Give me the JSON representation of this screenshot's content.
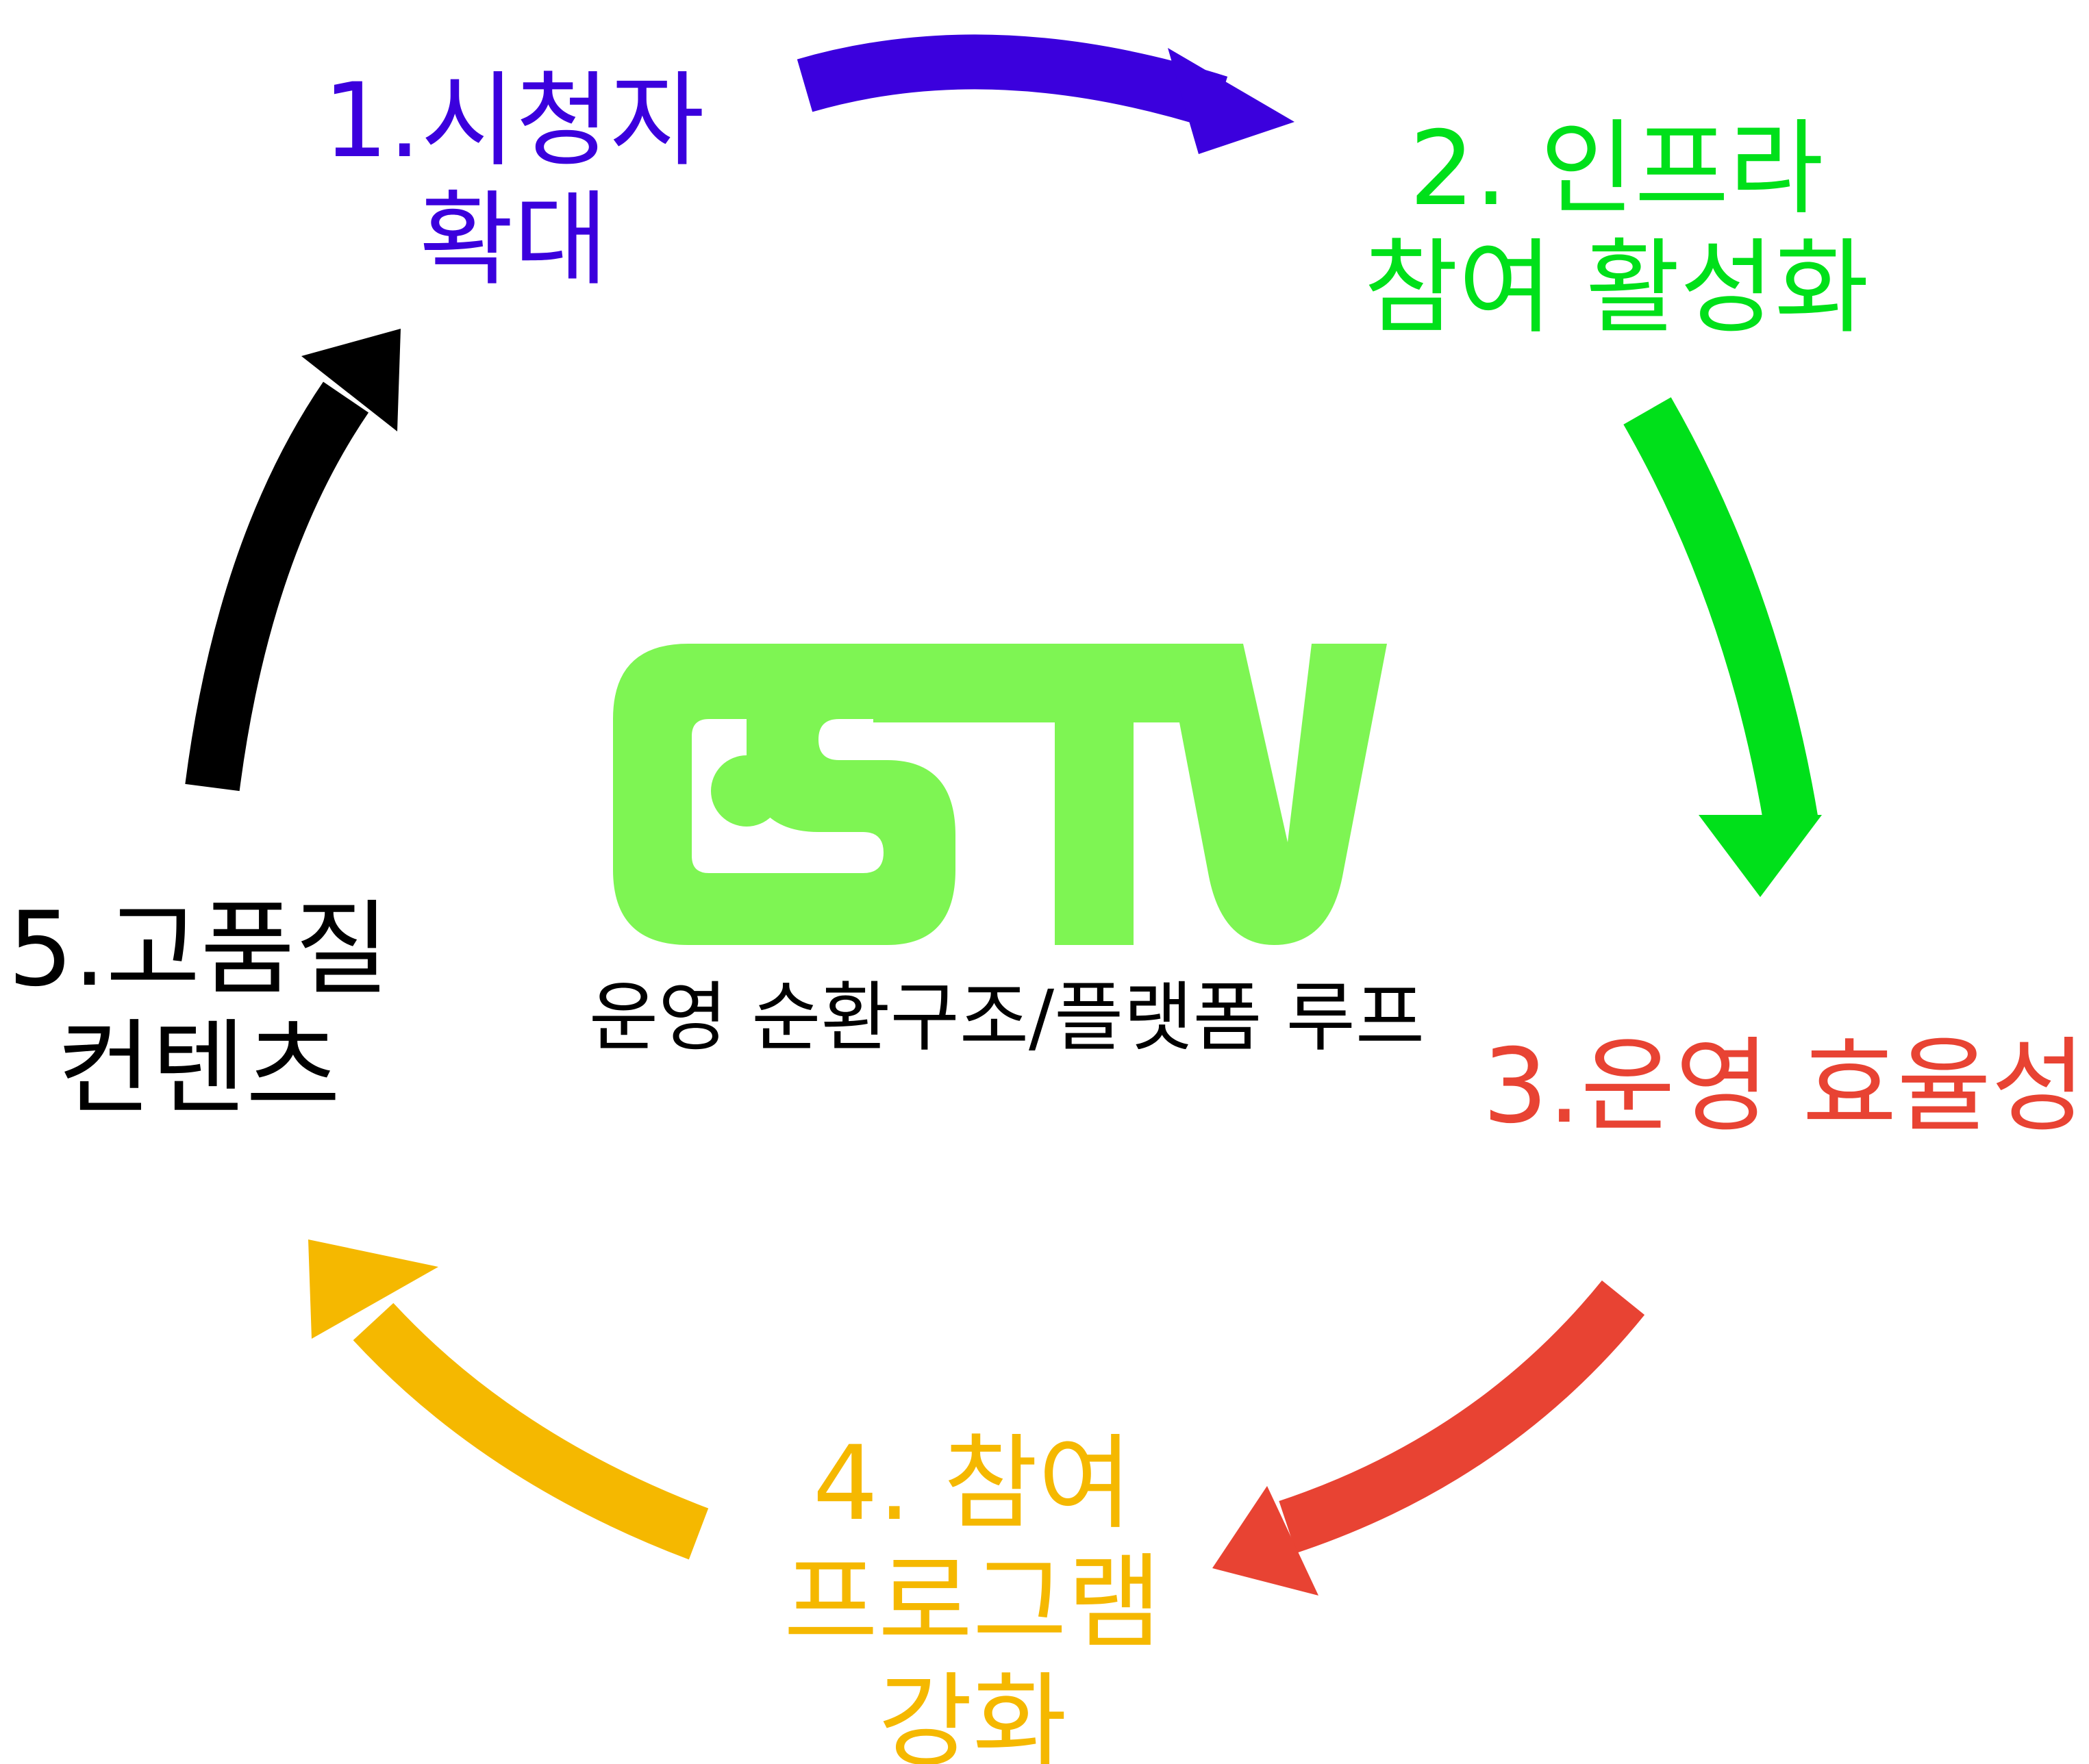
{
  "colors": {
    "step1": "#3b00dd",
    "step2": "#00e01a",
    "step3": "#e84333",
    "step4": "#f5b800",
    "step5": "#000000",
    "logo": "#7ef553"
  },
  "logo": {
    "icon": "estv-logo"
  },
  "center_caption": "운영 순환구조/플랫폼 루프",
  "steps": [
    {
      "line1": "1.시청자",
      "line2": "확대",
      "line3": ""
    },
    {
      "line1": "2. 인프라",
      "line2": "참여 활성화",
      "line3": ""
    },
    {
      "line1": "3.운영 효율성",
      "line2": "",
      "line3": ""
    },
    {
      "line1": "4. 참여",
      "line2": "프로그램",
      "line3": "강화"
    },
    {
      "line1": "5.고품질",
      "line2": "컨텐츠",
      "line3": ""
    }
  ]
}
